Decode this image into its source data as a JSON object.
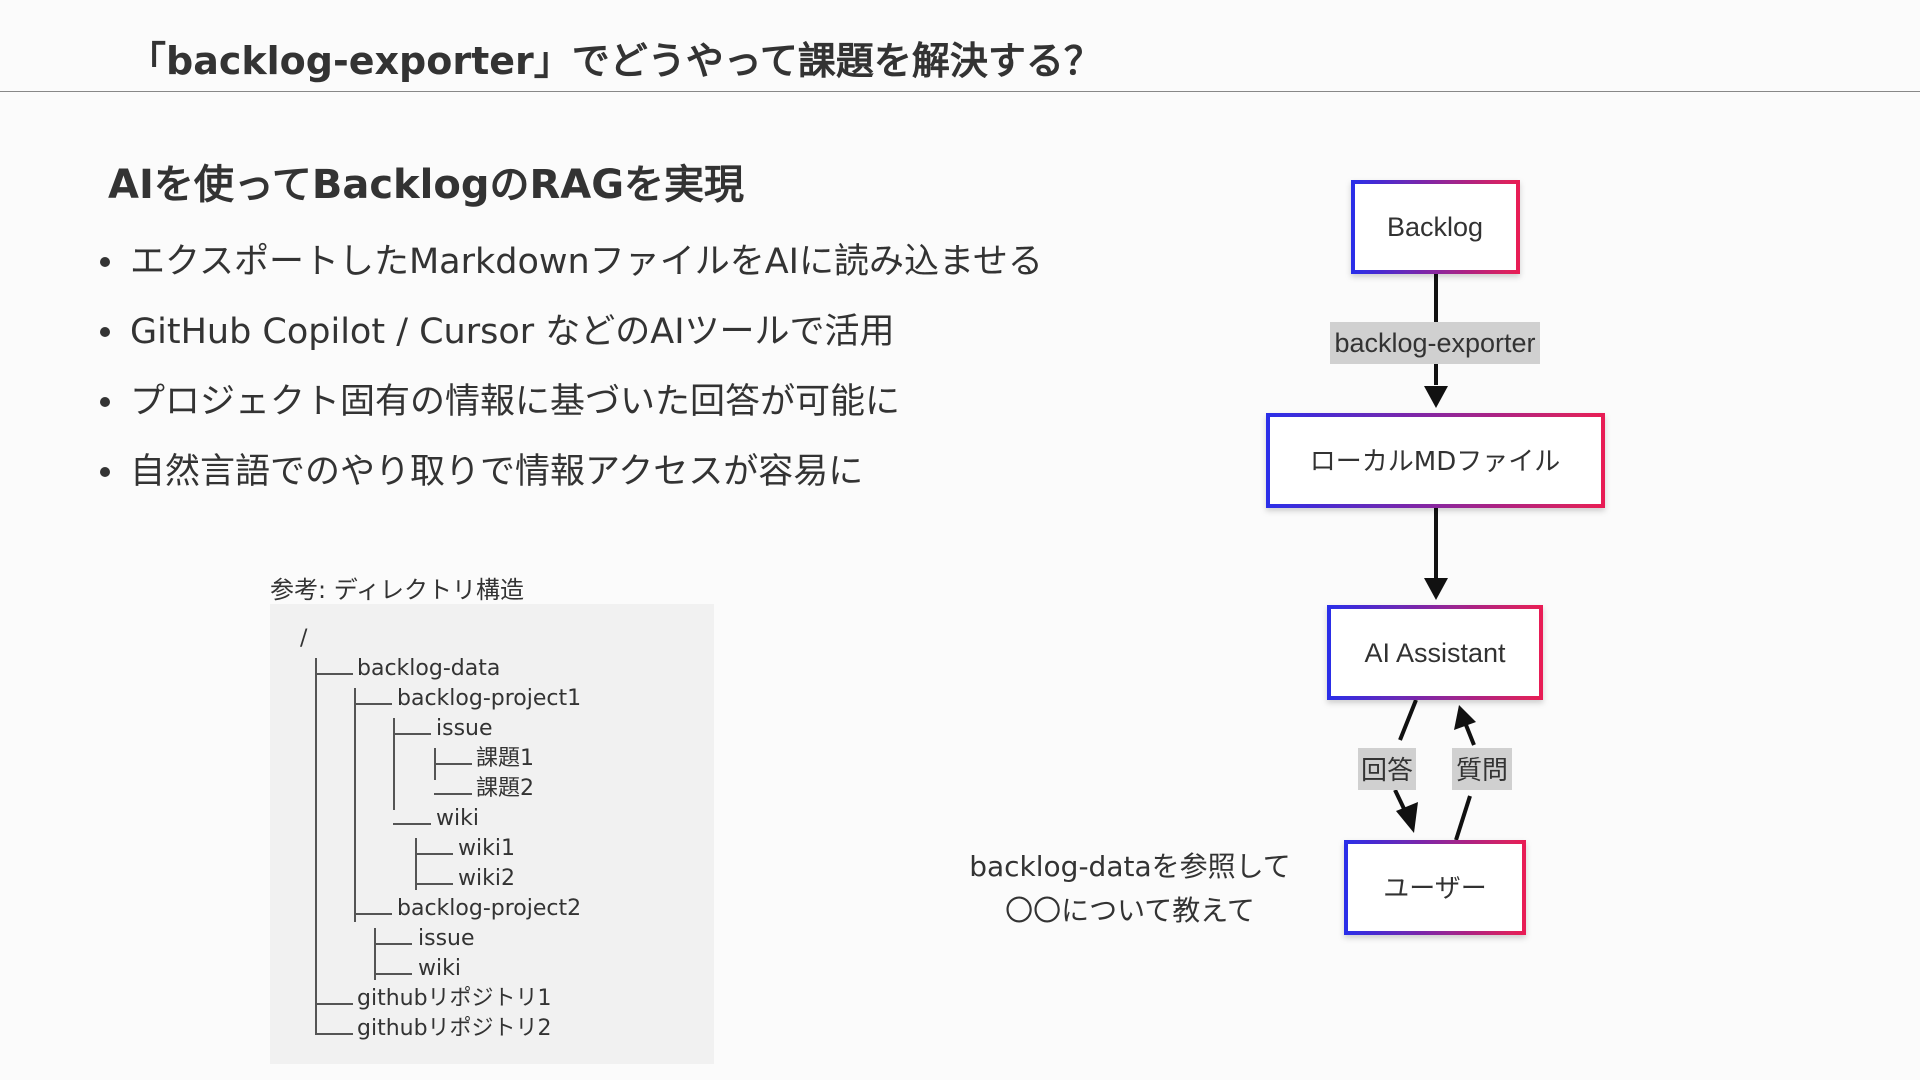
{
  "header": {
    "title": "「backlog-exporter」でどうやって課題を解決する？"
  },
  "subtitle": "AIを使ってBacklogのRAGを実現",
  "bullets": [
    "エクスポートしたMarkdownファイルをAIに読み込ませる",
    "GitHub Copilot / Cursor などのAIツールで活用",
    "プロジェクト固有の情報に基づいた回答が可能に",
    "自然言語でのやり取りで情報アクセスが容易に"
  ],
  "tree": {
    "caption": "参考: ディレクトリ構造",
    "lines": [
      "/",
      "backlog-data",
      "backlog-project1",
      "issue",
      "課題1",
      "課題2",
      "wiki",
      "wiki1",
      "wiki2",
      "backlog-project2",
      "issue",
      "wiki",
      "githubリポジトリ1",
      "githubリポジトリ2"
    ]
  },
  "diagram": {
    "nodes": {
      "backlog": "Backlog",
      "local_md": "ローカルMDファイル",
      "ai_assistant": "AI Assistant",
      "user": "ユーザー"
    },
    "edge_labels": {
      "exporter": "backlog-exporter",
      "answer": "回答",
      "question": "質問"
    },
    "user_note": [
      "backlog-dataを参照して",
      "〇〇について教えて"
    ],
    "colors": {
      "gradient_start": "#2b2ee8",
      "gradient_end": "#e81f55",
      "label_bg": "#d0d0d0",
      "arrow": "#111111"
    }
  }
}
